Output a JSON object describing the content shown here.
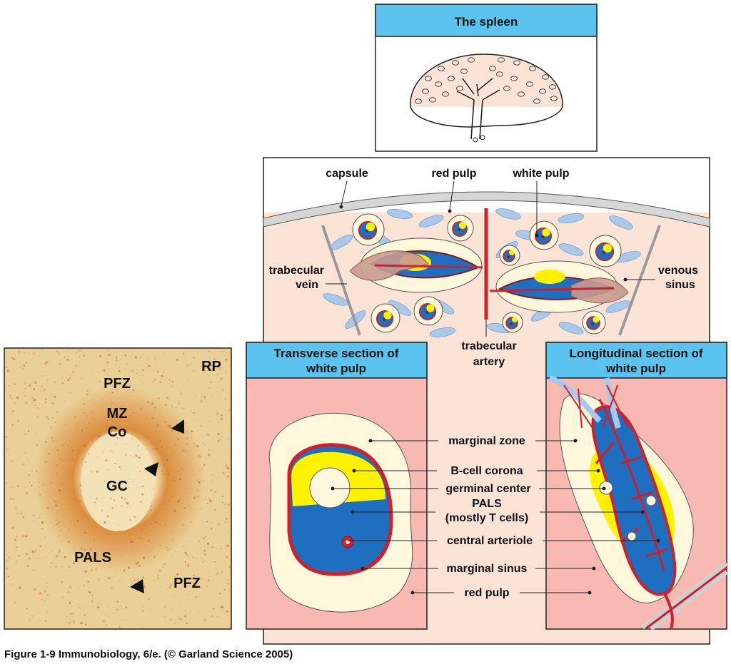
{
  "spleen_panel": {
    "title": "The spleen"
  },
  "cross_section": {
    "labels": {
      "capsule": "capsule",
      "red_pulp": "red pulp",
      "white_pulp": "white pulp",
      "trabecular_vein_line1": "trabecular",
      "trabecular_vein_line2": "vein",
      "venous_sinus_line1": "venous",
      "venous_sinus_line2": "sinus",
      "trabecular_artery_line1": "trabecular",
      "trabecular_artery_line2": "artery"
    }
  },
  "micrograph": {
    "labels": {
      "rp": "RP",
      "pfz_top": "PFZ",
      "mz": "MZ",
      "co": "Co",
      "gc": "GC",
      "pals": "PALS",
      "pfz_bottom": "PFZ"
    }
  },
  "transverse_panel": {
    "title_line1": "Transverse section of",
    "title_line2": "white pulp"
  },
  "longitudinal_panel": {
    "title_line1": "Longitudinal section of",
    "title_line2": "white pulp"
  },
  "center_labels": {
    "marginal_zone": "marginal zone",
    "b_cell_corona": "B-cell corona",
    "germinal_center": "germinal center",
    "pals_line1": "PALS",
    "pals_line2": "(mostly T cells)",
    "central_arteriole": "central arteriole",
    "marginal_sinus": "marginal sinus",
    "red_pulp": "red pulp"
  },
  "caption": "Figure 1-9  Immunobiology, 6/e. (© Garland Science 2005)",
  "colors": {
    "header_blue": "#5bc4ee",
    "red_pulp_pink": "#f7b9b2",
    "tissue_peach": "#fbe3d6",
    "marginal_zone_cream": "#fff8dc",
    "b_cell_yellow": "#fff200",
    "t_cell_blue": "#1e6fc0",
    "artery_red": "#d0202a",
    "sinus_blue": "#a9c8ea",
    "micrograph_bg": "#e9cf95",
    "micrograph_stain": "#d98a3a"
  }
}
